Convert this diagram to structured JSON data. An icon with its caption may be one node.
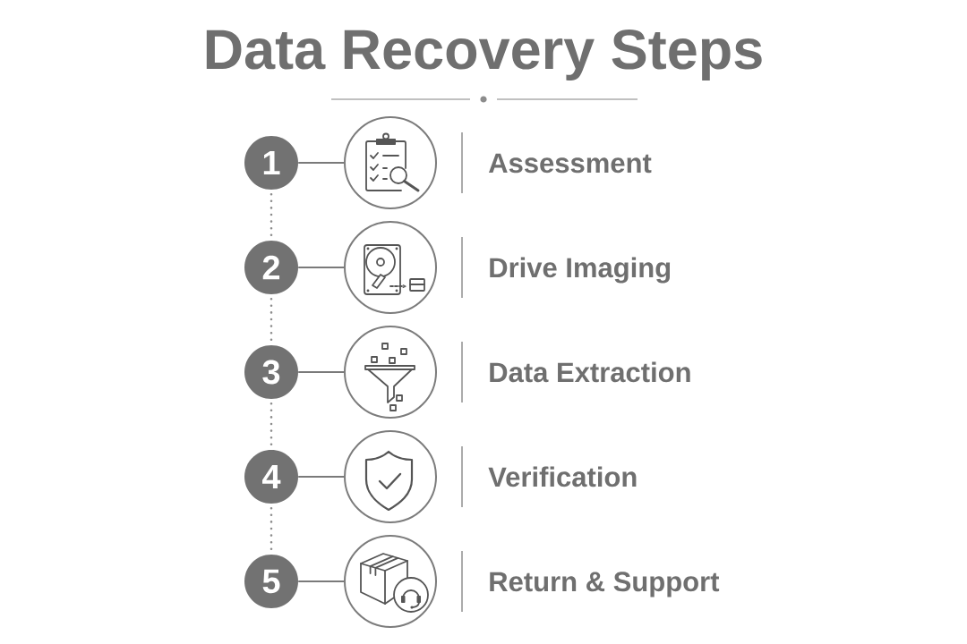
{
  "diagram": {
    "title": "Data Recovery Steps",
    "nodes": [
      {
        "text": [
          "1"
        ]
      },
      {
        "text": [],
        "shape": "circle",
        "beside": [
          "Assessment"
        ]
      },
      {
        "text": [
          "2"
        ]
      },
      {
        "text": [],
        "shape": "circle",
        "beside": [
          "Drive Imaging"
        ]
      },
      {
        "text": [
          "3"
        ]
      },
      {
        "text": [],
        "shape": "circle",
        "beside": [
          "Data Extraction"
        ]
      },
      {
        "text": [
          "4"
        ]
      },
      {
        "text": [],
        "shape": "circle",
        "beside": [
          "Verification"
        ]
      },
      {
        "text": [
          "5"
        ]
      },
      {
        "text": [],
        "shape": "circle",
        "beside": [
          "Return & Support"
        ]
      }
    ],
    "edges": [
      {
        "from": 0,
        "to": 1,
        "arrow": "none"
      },
      {
        "from": 2,
        "to": 3,
        "arrow": "none"
      },
      {
        "from": 4,
        "to": 5,
        "arrow": "none"
      },
      {
        "from": 6,
        "to": 7,
        "arrow": "none"
      },
      {
        "from": 8,
        "to": 9,
        "arrow": "none"
      },
      {
        "from": 0,
        "to": 2,
        "arrow": "none",
        "style": "dashed"
      },
      {
        "from": 2,
        "to": 4,
        "arrow": "none",
        "style": "dashed"
      },
      {
        "from": 4,
        "to": 6,
        "arrow": "none",
        "style": "dashed"
      },
      {
        "from": 6,
        "to": 8,
        "arrow": "none",
        "style": "dashed"
      }
    ]
  }
}
